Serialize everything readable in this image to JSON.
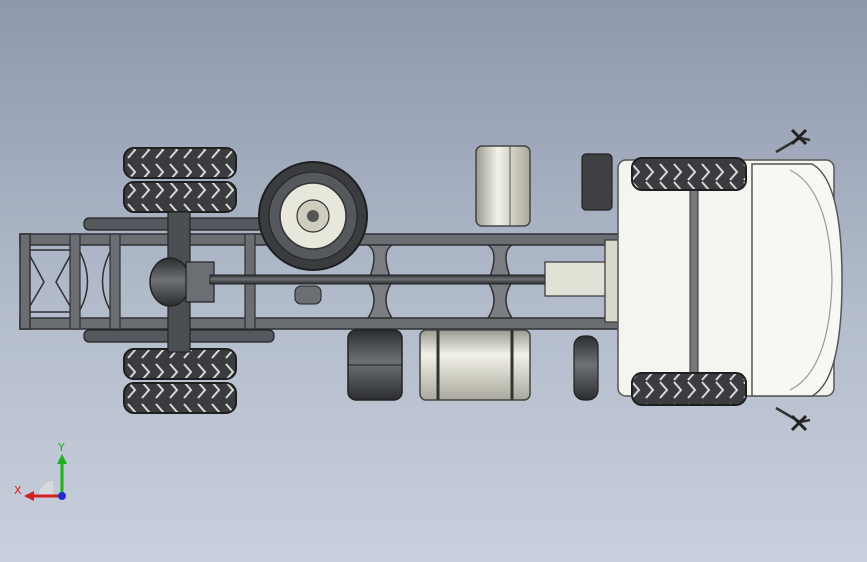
{
  "scene": {
    "model": "truck-chassis",
    "view": "top",
    "colors": {
      "bg_top": "#8d98ad",
      "bg_bottom": "#c9cfdc",
      "frame": "#5c6065",
      "tire": "#3b3d40",
      "cab": "#f4f4f0",
      "tank": "#e6e5da"
    }
  },
  "triad": {
    "x_label": "X",
    "y_label": "Y",
    "x_color": "#d22020",
    "y_color": "#20b020",
    "z_color": "#2030d0"
  }
}
